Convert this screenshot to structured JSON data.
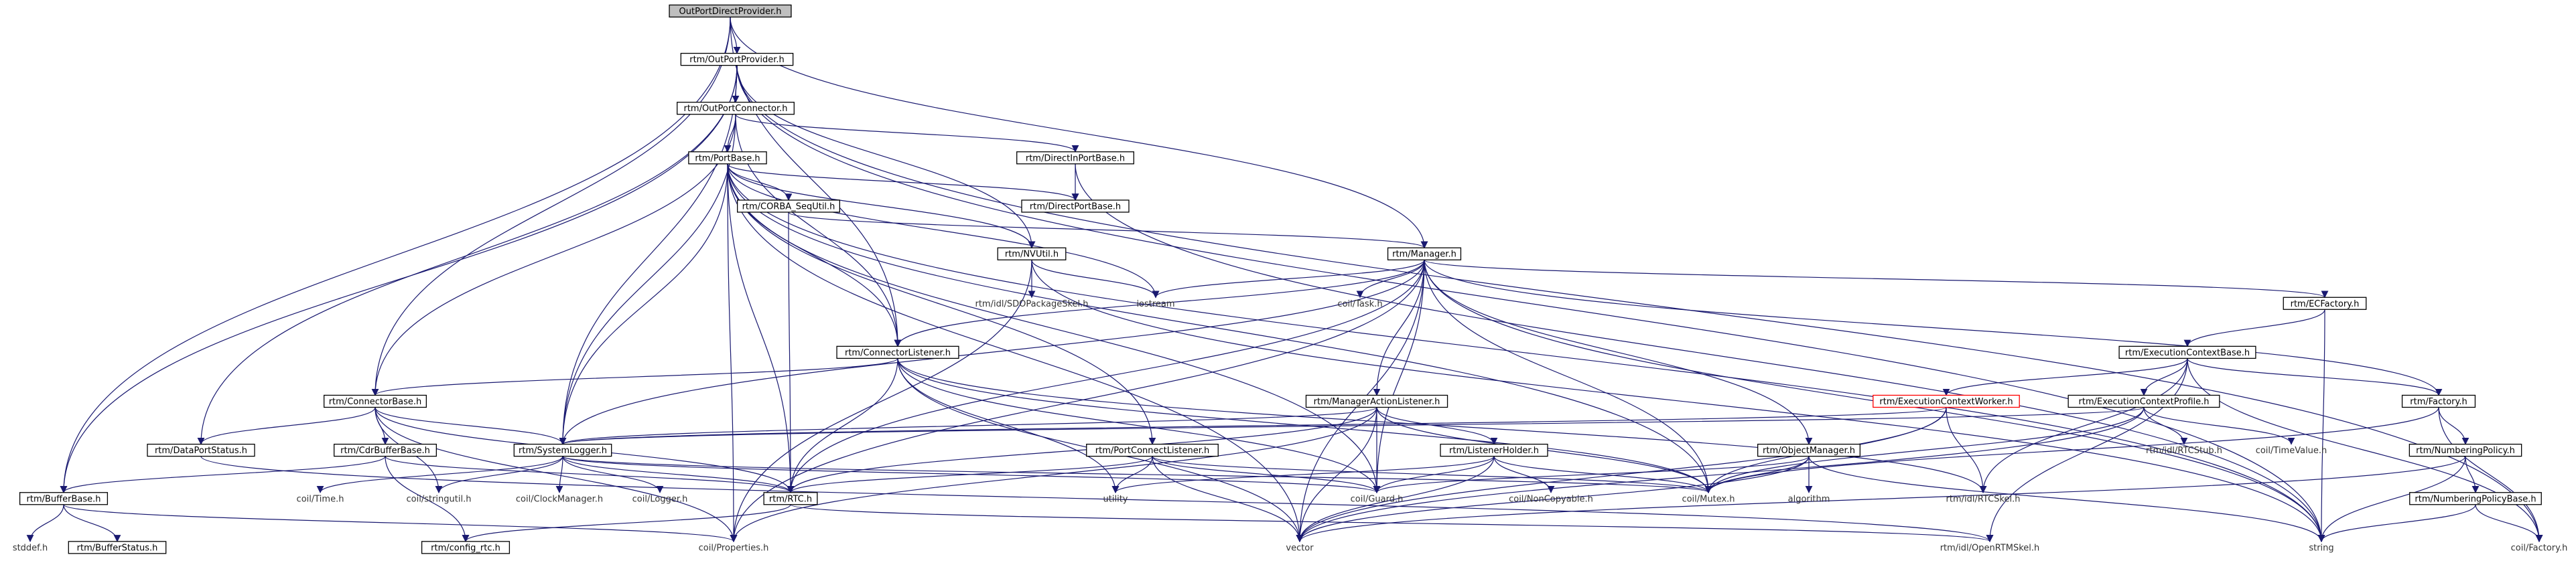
{
  "graph": {
    "title": "OutPortDirectProvider.h",
    "nodes": [
      {
        "id": "root",
        "label": "OutPortDirectProvider.h",
        "kind": "root"
      },
      {
        "id": "outportprovider",
        "label": "rtm/OutPortProvider.h",
        "kind": "box"
      },
      {
        "id": "outportconnector",
        "label": "rtm/OutPortConnector.h",
        "kind": "box"
      },
      {
        "id": "portbase",
        "label": "rtm/PortBase.h",
        "kind": "box"
      },
      {
        "id": "directinportbase",
        "label": "rtm/DirectInPortBase.h",
        "kind": "box"
      },
      {
        "id": "directportbase",
        "label": "rtm/DirectPortBase.h",
        "kind": "box"
      },
      {
        "id": "corbaseqnutil",
        "label": "rtm/CORBA_SeqUtil.h",
        "kind": "box"
      },
      {
        "id": "nvutil",
        "label": "rtm/NVUtil.h",
        "kind": "box"
      },
      {
        "id": "sdopackageskel",
        "label": "rtm/idl/SDOPackageSkel.h",
        "kind": "plain"
      },
      {
        "id": "manager",
        "label": "rtm/Manager.h",
        "kind": "box"
      },
      {
        "id": "iostream",
        "label": "iostream",
        "kind": "plain"
      },
      {
        "id": "coiltask",
        "label": "coil/Task.h",
        "kind": "plain"
      },
      {
        "id": "ecfactory",
        "label": "rtm/ECFactory.h",
        "kind": "box"
      },
      {
        "id": "connectorlistener",
        "label": "rtm/ConnectorListener.h",
        "kind": "box"
      },
      {
        "id": "executioncontextbase",
        "label": "rtm/ExecutionContextBase.h",
        "kind": "box"
      },
      {
        "id": "executioncontextworker",
        "label": "rtm/ExecutionContextWorker.h",
        "kind": "red"
      },
      {
        "id": "executioncontextprofile",
        "label": "rtm/ExecutionContextProfile.h",
        "kind": "box"
      },
      {
        "id": "factory",
        "label": "rtm/Factory.h",
        "kind": "box"
      },
      {
        "id": "connectorbase",
        "label": "rtm/ConnectorBase.h",
        "kind": "box"
      },
      {
        "id": "manageractionlistener",
        "label": "rtm/ManagerActionListener.h",
        "kind": "box"
      },
      {
        "id": "systemlogger",
        "label": "rtm/SystemLogger.h",
        "kind": "box"
      },
      {
        "id": "dataportstatus",
        "label": "rtm/DataPortStatus.h",
        "kind": "box"
      },
      {
        "id": "cdrbufferbase",
        "label": "rtm/CdrBufferBase.h",
        "kind": "box"
      },
      {
        "id": "portconnectlistener",
        "label": "rtm/PortConnectListener.h",
        "kind": "box"
      },
      {
        "id": "listenerholder",
        "label": "rtm/ListenerHolder.h",
        "kind": "box"
      },
      {
        "id": "objectmanager",
        "label": "rtm/ObjectManager.h",
        "kind": "box"
      },
      {
        "id": "rtcstub",
        "label": "rtm/idl/RTCStub.h",
        "kind": "plain"
      },
      {
        "id": "timevalue",
        "label": "coil/TimeValue.h",
        "kind": "plain"
      },
      {
        "id": "numberingpolicy",
        "label": "rtm/NumberingPolicy.h",
        "kind": "box"
      },
      {
        "id": "bufferbase",
        "label": "rtm/BufferBase.h",
        "kind": "box"
      },
      {
        "id": "coiltime",
        "label": "coil/Time.h",
        "kind": "plain"
      },
      {
        "id": "stringutil",
        "label": "coil/stringutil.h",
        "kind": "plain"
      },
      {
        "id": "clockmanager",
        "label": "coil/ClockManager.h",
        "kind": "plain"
      },
      {
        "id": "coillogger",
        "label": "coil/Logger.h",
        "kind": "plain"
      },
      {
        "id": "rtc",
        "label": "rtm/RTC.h",
        "kind": "box"
      },
      {
        "id": "utility",
        "label": "utility",
        "kind": "plain"
      },
      {
        "id": "guard",
        "label": "coil/Guard.h",
        "kind": "plain"
      },
      {
        "id": "noncopyable",
        "label": "coil/NonCopyable.h",
        "kind": "plain"
      },
      {
        "id": "mutex",
        "label": "coil/Mutex.h",
        "kind": "plain"
      },
      {
        "id": "algorithm",
        "label": "algorithm",
        "kind": "plain"
      },
      {
        "id": "rtcskel",
        "label": "rtm/idl/RTCSkel.h",
        "kind": "plain"
      },
      {
        "id": "numberingpolicybase",
        "label": "rtm/NumberingPolicyBase.h",
        "kind": "box"
      },
      {
        "id": "stddef",
        "label": "stddef.h",
        "kind": "plain"
      },
      {
        "id": "bufferstatus",
        "label": "rtm/BufferStatus.h",
        "kind": "box"
      },
      {
        "id": "configrtc",
        "label": "rtm/config_rtc.h",
        "kind": "box"
      },
      {
        "id": "properties",
        "label": "coil/Properties.h",
        "kind": "plain"
      },
      {
        "id": "vector",
        "label": "vector",
        "kind": "plain"
      },
      {
        "id": "openrtmskel",
        "label": "rtm/idl/OpenRTMSkel.h",
        "kind": "plain"
      },
      {
        "id": "string",
        "label": "string",
        "kind": "plain"
      },
      {
        "id": "coilfactory",
        "label": "coil/Factory.h",
        "kind": "plain"
      }
    ]
  }
}
